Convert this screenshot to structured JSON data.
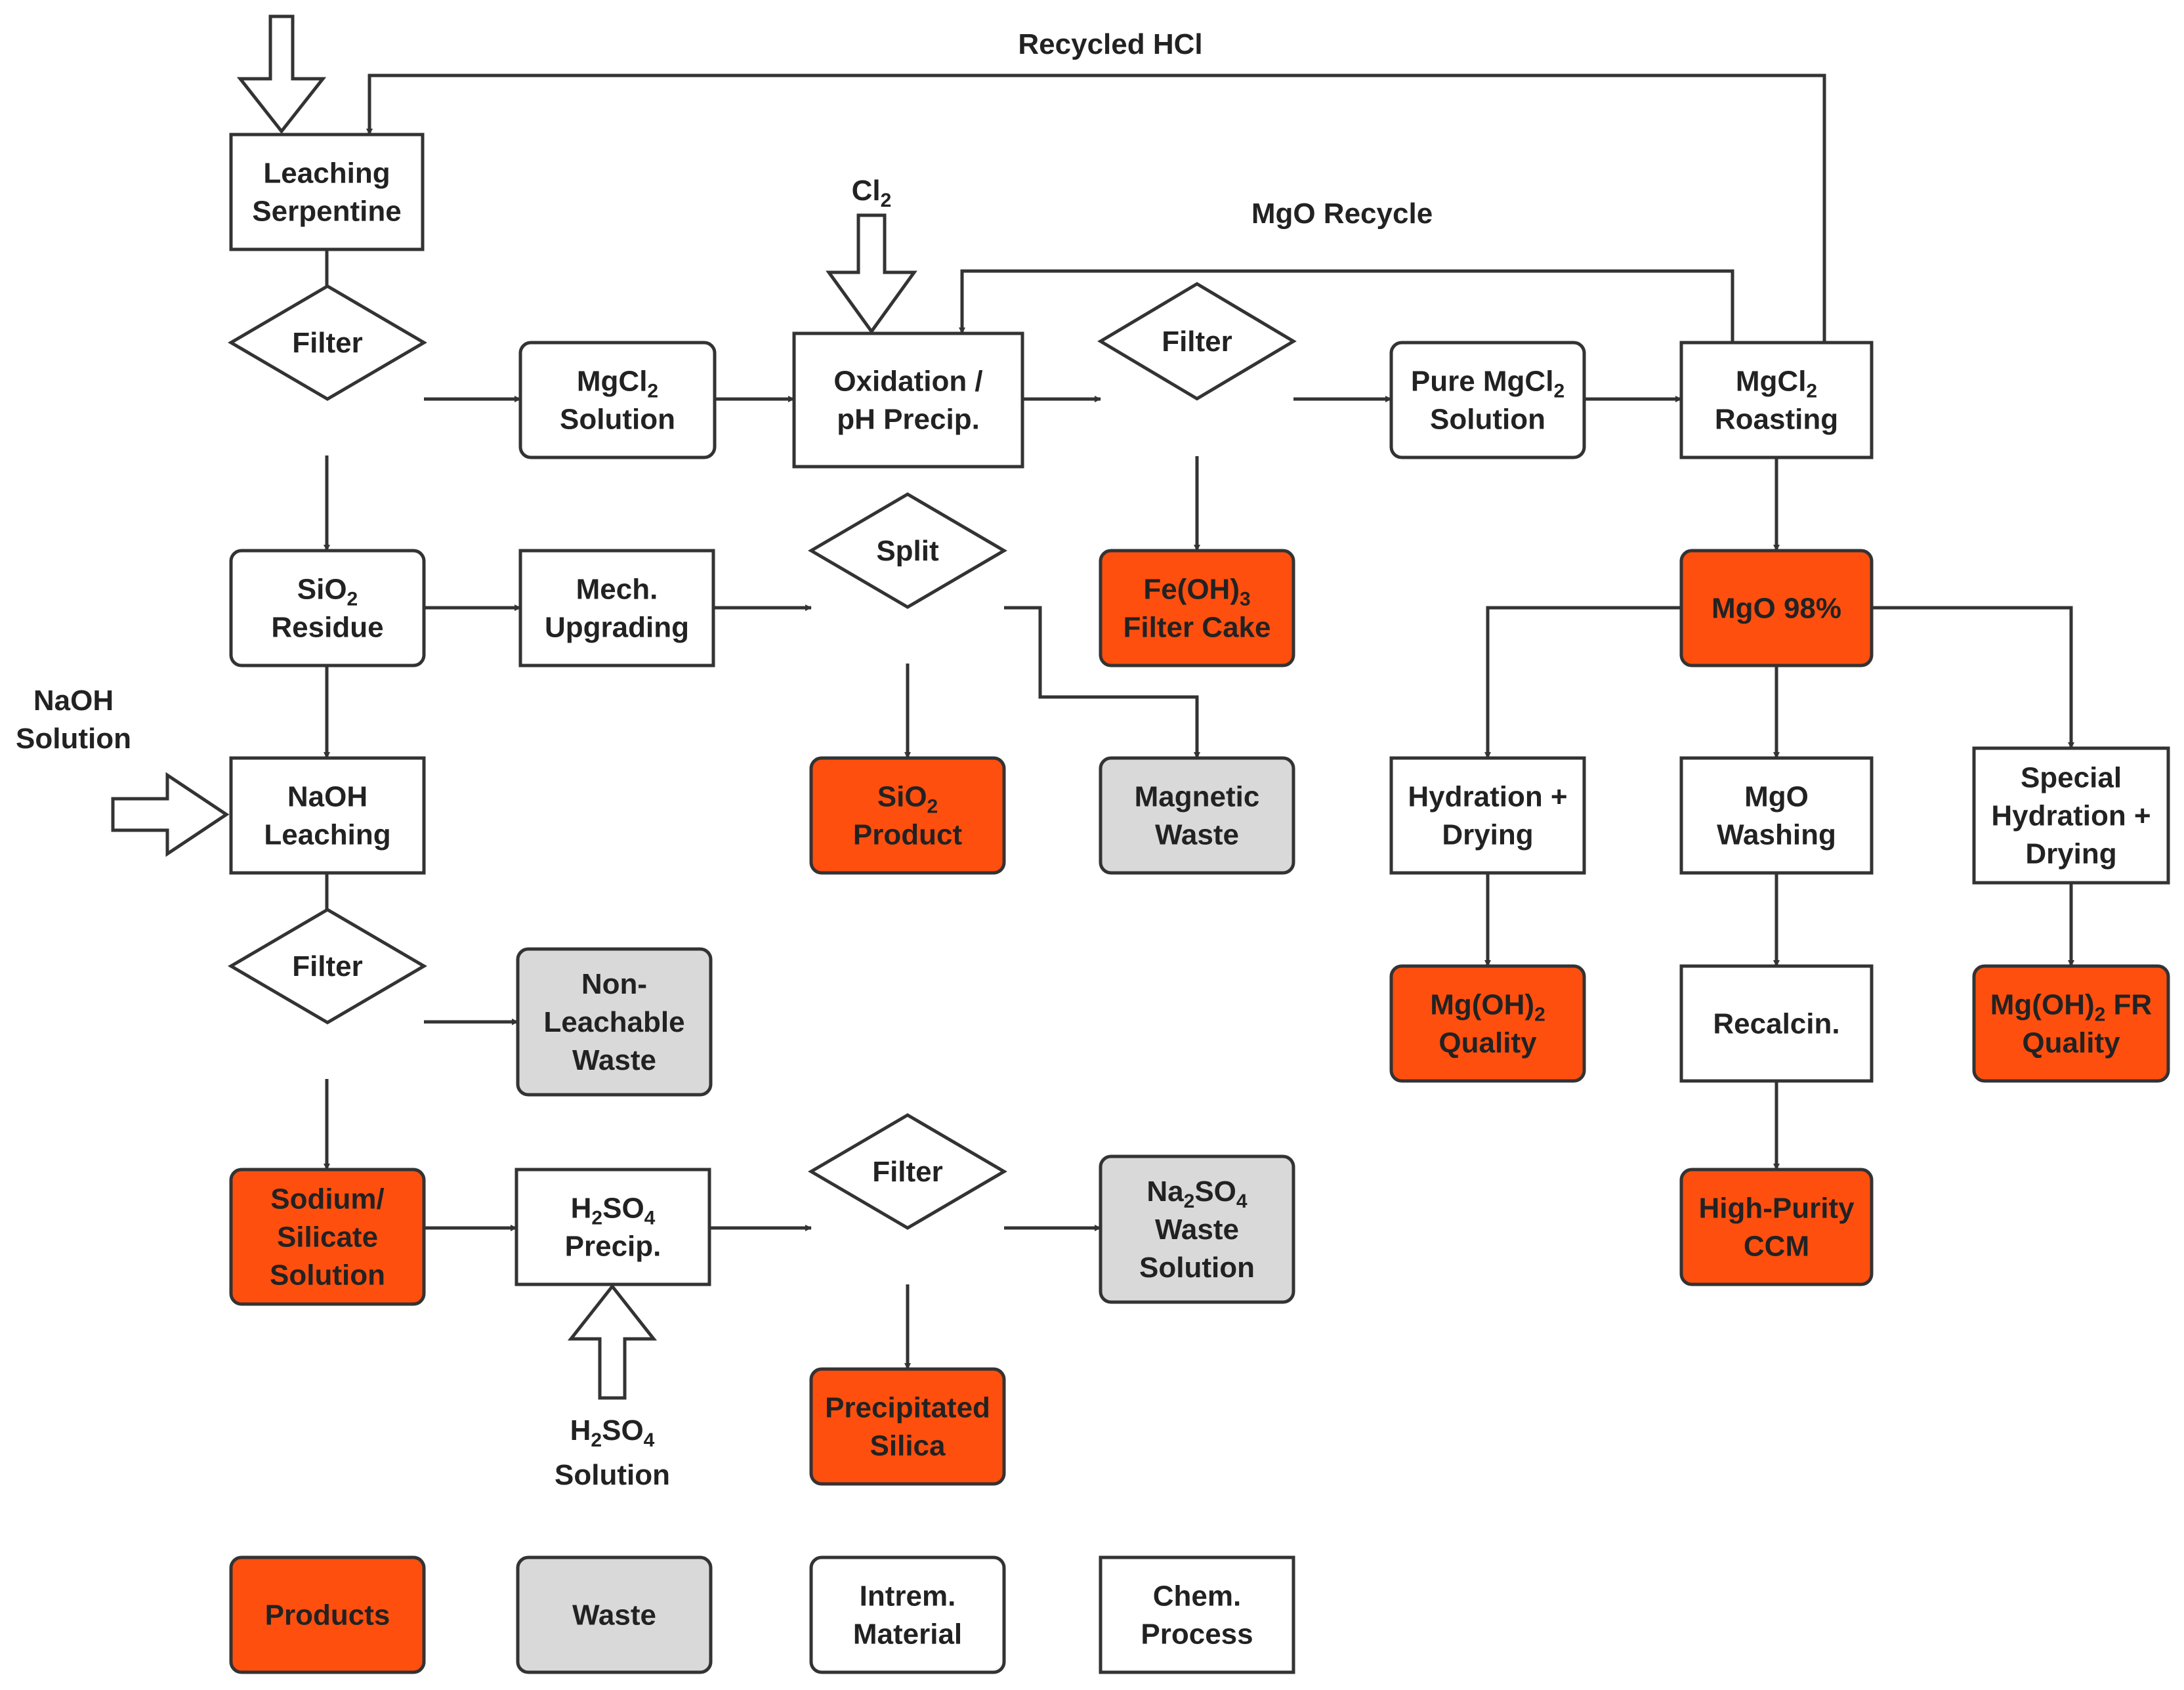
{
  "colors": {
    "product": "#FF4F0F",
    "waste": "#D9D9D9",
    "intermediate": "#FFFFFF",
    "process": "#FFFFFF",
    "decision": "#FFFFFF",
    "stroke": "#333333",
    "text": "#222222"
  },
  "labels": {
    "recycled_hcl": "Recycled HCl",
    "mgo_recycle": "MgO Recycle",
    "cl2": [
      "Cl",
      "2"
    ],
    "naoh_solution": [
      "NaOH",
      "Solution"
    ],
    "h2so4_solution": [
      [
        "H",
        "2",
        "SO",
        "4"
      ],
      [
        "Solution"
      ]
    ]
  },
  "nodes": [
    {
      "id": "leaching-serpentine",
      "type": "process",
      "lines": [
        [
          "Leaching"
        ],
        [
          "Serpentine"
        ]
      ]
    },
    {
      "id": "filter-1",
      "type": "decision",
      "lines": [
        [
          "Filter"
        ]
      ]
    },
    {
      "id": "mgcl2-solution",
      "type": "intermediate",
      "lines": [
        [
          "MgCl",
          "2"
        ],
        [
          "Solution"
        ]
      ]
    },
    {
      "id": "oxidation-ph-precip",
      "type": "process",
      "lines": [
        [
          "Oxidation /"
        ],
        [
          "pH Precip."
        ]
      ]
    },
    {
      "id": "filter-2",
      "type": "decision",
      "lines": [
        [
          "Filter"
        ]
      ]
    },
    {
      "id": "pure-mgcl2-solution",
      "type": "intermediate",
      "lines": [
        [
          "Pure MgCl",
          "2"
        ],
        [
          "Solution"
        ]
      ]
    },
    {
      "id": "mgcl2-roasting",
      "type": "process",
      "lines": [
        [
          "MgCl",
          "2"
        ],
        [
          "Roasting"
        ]
      ]
    },
    {
      "id": "sio2-residue",
      "type": "intermediate",
      "lines": [
        [
          "SiO",
          "2"
        ],
        [
          "Residue"
        ]
      ]
    },
    {
      "id": "mech-upgrading",
      "type": "process",
      "lines": [
        [
          "Mech."
        ],
        [
          "Upgrading"
        ]
      ]
    },
    {
      "id": "split",
      "type": "decision",
      "lines": [
        [
          "Split"
        ]
      ]
    },
    {
      "id": "feoh3-filter-cake",
      "type": "product",
      "lines": [
        [
          "Fe(OH)",
          "3"
        ],
        [
          "Filter Cake"
        ]
      ]
    },
    {
      "id": "mgo-98",
      "type": "product",
      "lines": [
        [
          "MgO 98%"
        ]
      ]
    },
    {
      "id": "naoh-leaching",
      "type": "process",
      "lines": [
        [
          "NaOH"
        ],
        [
          "Leaching"
        ]
      ]
    },
    {
      "id": "sio2-product",
      "type": "product",
      "lines": [
        [
          "SiO",
          "2"
        ],
        [
          "Product"
        ]
      ]
    },
    {
      "id": "magnetic-waste",
      "type": "waste",
      "lines": [
        [
          "Magnetic"
        ],
        [
          "Waste"
        ]
      ]
    },
    {
      "id": "hydration-drying",
      "type": "process",
      "lines": [
        [
          "Hydration +"
        ],
        [
          "Drying"
        ]
      ]
    },
    {
      "id": "mgo-washing",
      "type": "process",
      "lines": [
        [
          "MgO"
        ],
        [
          "Washing"
        ]
      ]
    },
    {
      "id": "special-hydration-drying",
      "type": "process",
      "lines": [
        [
          "Special"
        ],
        [
          "Hydration +"
        ],
        [
          "Drying"
        ]
      ]
    },
    {
      "id": "filter-3",
      "type": "decision",
      "lines": [
        [
          "Filter"
        ]
      ]
    },
    {
      "id": "non-leachable-waste",
      "type": "waste",
      "lines": [
        [
          "Non-"
        ],
        [
          "Leachable"
        ],
        [
          "Waste"
        ]
      ]
    },
    {
      "id": "mgoh2-quality",
      "type": "product",
      "lines": [
        [
          "Mg(OH)",
          "2"
        ],
        [
          "Quality"
        ]
      ]
    },
    {
      "id": "recalcin",
      "type": "process",
      "lines": [
        [
          "Recalcin."
        ]
      ]
    },
    {
      "id": "mgoh2-fr-quality",
      "type": "product",
      "lines": [
        [
          "Mg(OH)",
          "2",
          " FR"
        ],
        [
          "Quality"
        ]
      ]
    },
    {
      "id": "sodium-silicate-solution",
      "type": "product",
      "lines": [
        [
          "Sodium/"
        ],
        [
          "Silicate"
        ],
        [
          "Solution"
        ]
      ]
    },
    {
      "id": "h2so4-precip",
      "type": "process",
      "lines": [
        [
          "H",
          "2",
          "SO",
          "4"
        ],
        [
          "Precip."
        ]
      ]
    },
    {
      "id": "filter-4",
      "type": "decision",
      "lines": [
        [
          "Filter"
        ]
      ]
    },
    {
      "id": "na2so4-waste-solution",
      "type": "waste",
      "lines": [
        [
          "Na",
          "2",
          "SO",
          "4"
        ],
        [
          "Waste"
        ],
        [
          "Solution"
        ]
      ]
    },
    {
      "id": "high-purity-ccm",
      "type": "product",
      "lines": [
        [
          "High-Purity"
        ],
        [
          "CCM"
        ]
      ]
    },
    {
      "id": "precipitated-silica",
      "type": "product",
      "lines": [
        [
          "Precipitated"
        ],
        [
          "Silica"
        ]
      ]
    }
  ],
  "legend": [
    {
      "id": "legend-products",
      "type": "product",
      "lines": [
        [
          "Products"
        ]
      ]
    },
    {
      "id": "legend-waste",
      "type": "waste",
      "lines": [
        [
          "Waste"
        ]
      ]
    },
    {
      "id": "legend-intermediate",
      "type": "intermediate",
      "lines": [
        [
          "Intrem."
        ],
        [
          "Material"
        ]
      ]
    },
    {
      "id": "legend-process",
      "type": "process",
      "lines": [
        [
          "Chem."
        ],
        [
          "Process"
        ]
      ]
    }
  ]
}
